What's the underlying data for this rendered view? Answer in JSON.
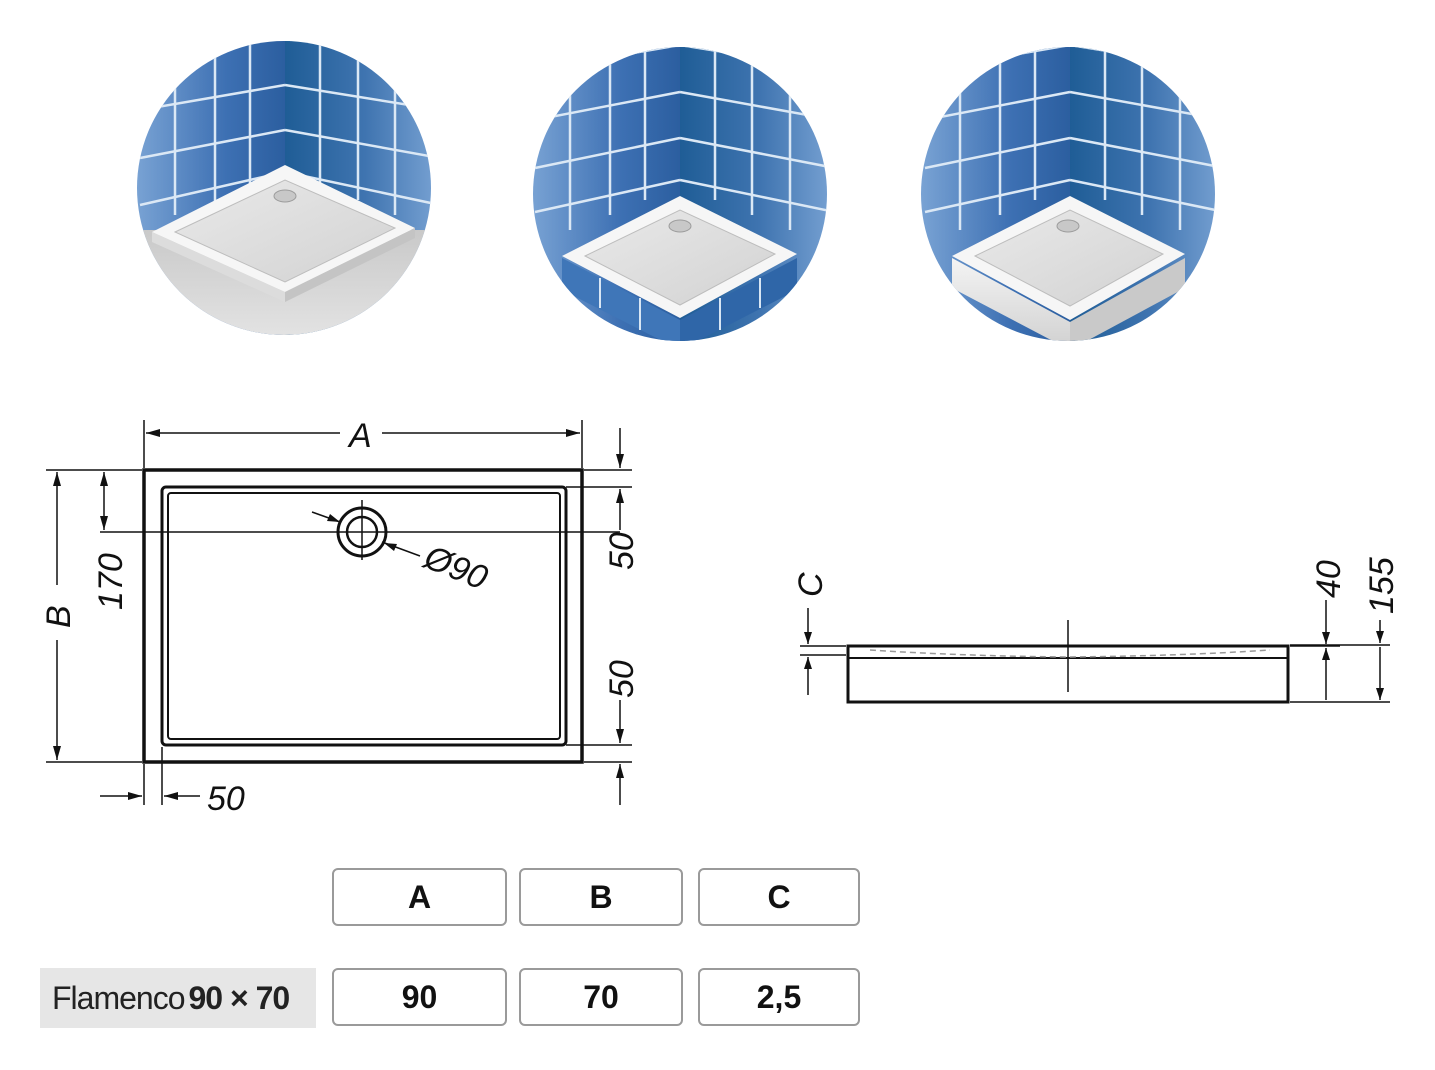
{
  "illustrations": [
    {
      "name": "installation-on-floor"
    },
    {
      "name": "installation-tiled-base"
    },
    {
      "name": "installation-panel-base"
    }
  ],
  "plan_view": {
    "label_a": "A",
    "label_b": "B",
    "label_170": "170",
    "label_50_top": "50",
    "label_50_bottom": "50",
    "label_50_left": "50",
    "label_drain": "Ø90"
  },
  "side_view": {
    "label_c": "C",
    "label_40": "40",
    "label_155": "155"
  },
  "table": {
    "headers": [
      "A",
      "B",
      "C"
    ],
    "model_name": "Flamenco",
    "model_size": "90 × 70",
    "values": [
      "90",
      "70",
      "2,5"
    ]
  },
  "colors": {
    "tile_blue": "#2f66a8",
    "tile_light": "#7fa6d4",
    "tray_white": "#f2f2f2"
  }
}
